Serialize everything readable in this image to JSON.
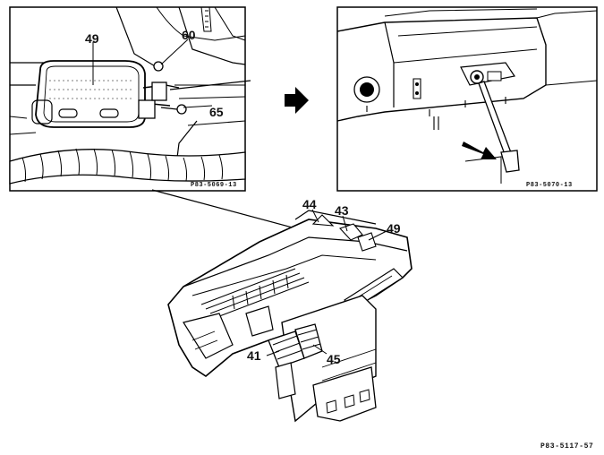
{
  "labels": {
    "detail_left": {
      "part_49": "49",
      "part_60": "60",
      "part_65": "65",
      "ref_code": "P83-5069-13"
    },
    "detail_right": {
      "ref_code": "P83-5070-13"
    },
    "main": {
      "part_44": "44",
      "part_43": "43",
      "part_49": "49",
      "part_41": "41",
      "part_45": "45"
    },
    "figure_code": "P83-5117-57"
  },
  "icons": {
    "step_arrow": "right-arrow-icon",
    "pull_arrow": "diagonal-arrow-icon"
  }
}
